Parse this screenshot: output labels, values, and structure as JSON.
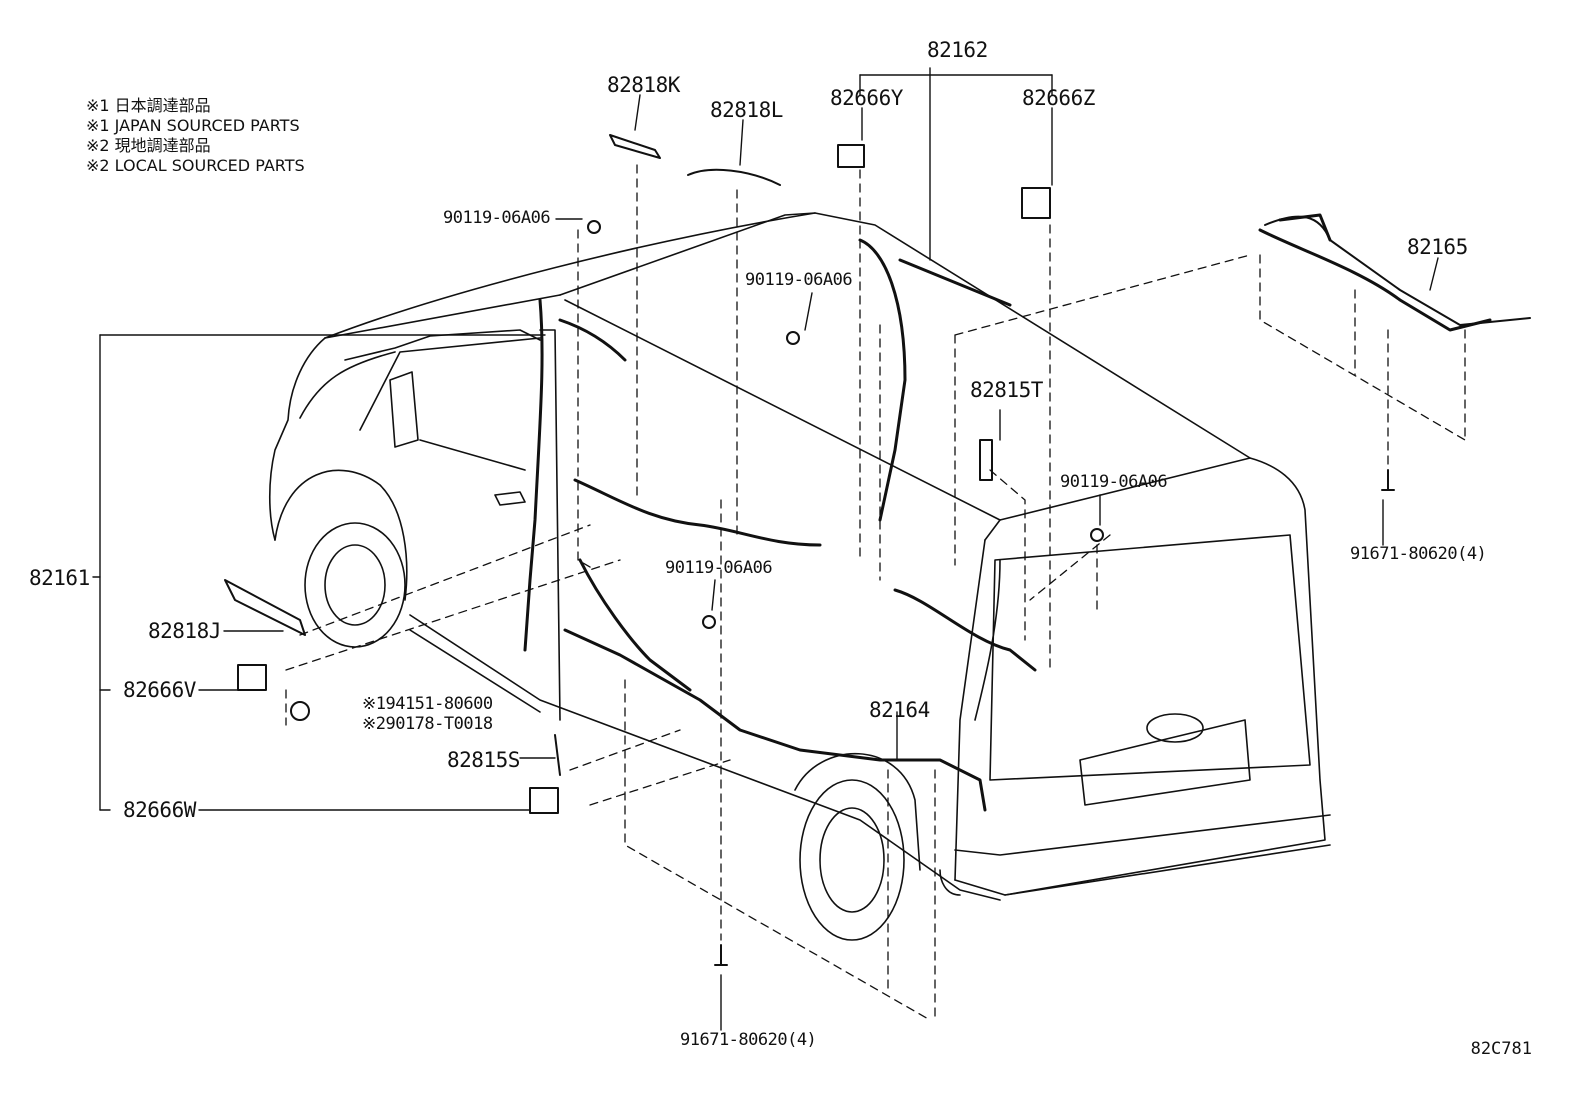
{
  "notes": [
    "※1 日本調達部品",
    "※1 JAPAN SOURCED PARTS",
    "※2 現地調達部品",
    "※2 LOCAL SOURCED PARTS"
  ],
  "labels": {
    "p82162": "82162",
    "p82818K": "82818K",
    "p82818L": "82818L",
    "p82666Y": "82666Y",
    "p82666Z": "82666Z",
    "p82165": "82165",
    "p90119_a": "90119-06A06",
    "p90119_b": "90119-06A06",
    "p90119_c": "90119-06A06",
    "p90119_d": "90119-06A06",
    "p82815T": "82815T",
    "p91671_a": "91671-80620(4)",
    "p91671_b": "91671-80620(4)",
    "p82161": "82161",
    "p82818J": "82818J",
    "p82666V": "82666V",
    "p94151": "※194151-80600",
    "p90178": "※290178-T0018",
    "p82815S": "82815S",
    "p82666W": "82666W",
    "p82164": "82164"
  },
  "diagram_code": "82C781",
  "line_color": "#111111"
}
